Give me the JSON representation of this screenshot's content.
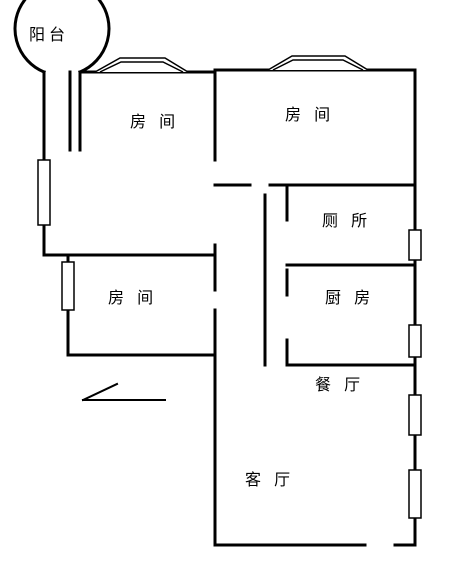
{
  "rooms": {
    "balcony": "阳台",
    "room_top_left": "房 间",
    "room_top_right": "房 间",
    "toilet": "厕 所",
    "kitchen": "厨 房",
    "room_left": "房 间",
    "dining": "餐 厅",
    "living": "客 厅"
  }
}
